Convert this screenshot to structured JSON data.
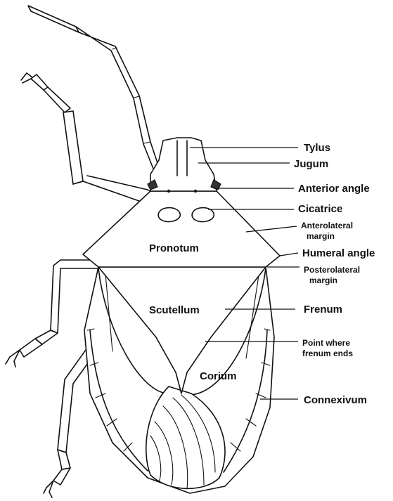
{
  "labels": {
    "tylus": "Tylus",
    "jugum": "Jugum",
    "anterior_angle": "Anterior angle",
    "cicatrice": "Cicatrice",
    "anterolateral_margin_1": "Anterolateral",
    "anterolateral_margin_2": "margin",
    "humeral_angle": "Humeral angle",
    "posterolateral_margin_1": "Posterolateral",
    "posterolateral_margin_2": "margin",
    "frenum": "Frenum",
    "frenum_end_1": "Point where",
    "frenum_end_2": "frenum ends",
    "connexivum": "Connexivum",
    "pronotum": "Pronotum",
    "scutellum": "Scutellum",
    "corium": "Corium"
  },
  "colors": {
    "ink": "#111111",
    "background": "#ffffff"
  }
}
